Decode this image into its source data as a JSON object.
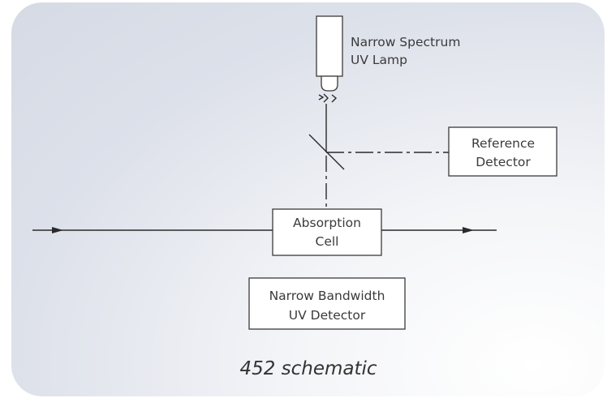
{
  "lamp": {
    "line1": "Narrow Spectrum",
    "line2": "UV Lamp"
  },
  "reference_detector": {
    "line1": "Reference",
    "line2": "Detector"
  },
  "absorption_cell": {
    "line1": "Absorption",
    "line2": "Cell"
  },
  "uv_detector": {
    "line1": "Narrow Bandwidth",
    "line2": "UV Detector"
  },
  "caption": "452 schematic"
}
